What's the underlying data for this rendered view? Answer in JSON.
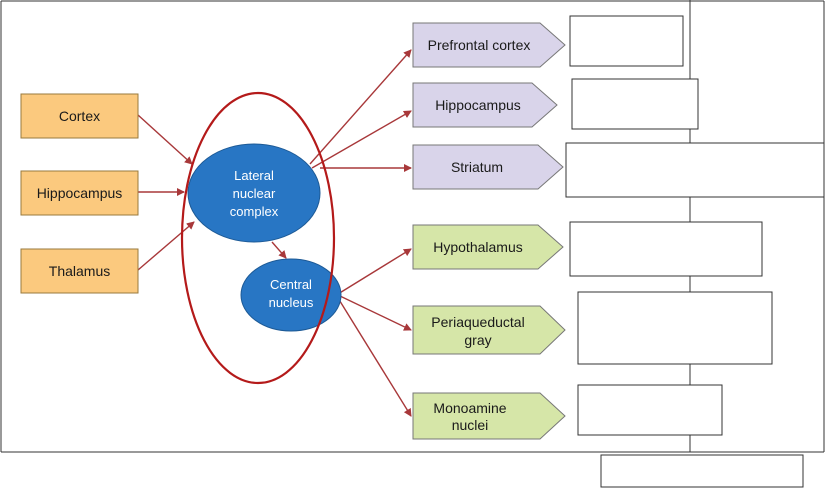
{
  "colors": {
    "input_fill": "#fbc97e",
    "input_stroke": "#9a7a3d",
    "nucleus_fill": "#2876c4",
    "output_purple": "#d9d4ea",
    "output_green": "#d6e6a8",
    "output_stroke": "#777777",
    "arrow": "#a8383a",
    "circle": "#b41a1a"
  },
  "inputs": [
    {
      "label": "Cortex"
    },
    {
      "label": "Hippocampus"
    },
    {
      "label": "Thalamus"
    }
  ],
  "nuclei": {
    "lateral": {
      "lines": [
        "Lateral",
        "nuclear",
        "complex"
      ]
    },
    "central": {
      "lines": [
        "Central",
        "nucleus"
      ]
    }
  },
  "outputs": [
    {
      "lines": [
        "Prefrontal cortex"
      ],
      "group": "lateral"
    },
    {
      "lines": [
        "Hippocampus"
      ],
      "group": "lateral"
    },
    {
      "lines": [
        "Striatum"
      ],
      "group": "lateral"
    },
    {
      "lines": [
        "Hypothalamus"
      ],
      "group": "central"
    },
    {
      "lines": [
        "Periaqueductal",
        "gray"
      ],
      "group": "central"
    },
    {
      "lines": [
        "Monoamine",
        "nuclei"
      ],
      "group": "central"
    }
  ]
}
